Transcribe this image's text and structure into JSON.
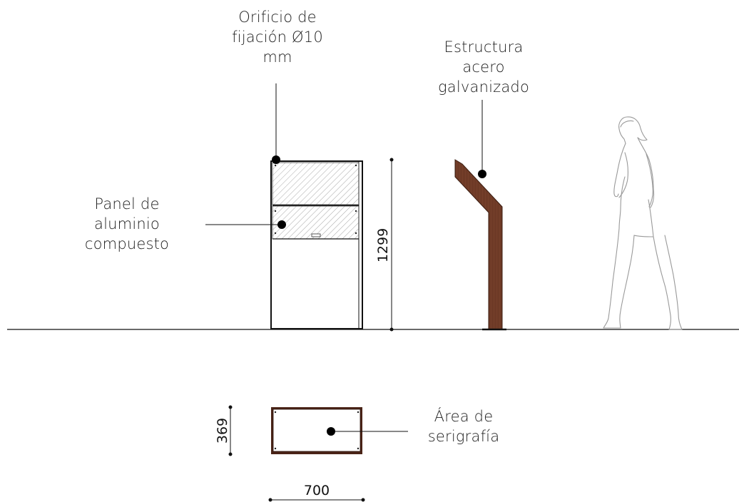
{
  "labels": {
    "orificio": {
      "line1": "Orificio de",
      "line2": "fijación Ø10",
      "line3": "mm"
    },
    "estructura": {
      "line1": "Estructura",
      "line2": "acero",
      "line3": "galvanizado"
    },
    "panel": {
      "line1": "Panel de",
      "line2": "aluminio",
      "line3": "compuesto"
    },
    "area": {
      "line1": "Área de",
      "line2": "serigrafía"
    }
  },
  "dimensions": {
    "height": "1299",
    "depth": "369",
    "width": "700"
  },
  "colors": {
    "steel": "#6e3a26",
    "steel_dark": "#4a2417",
    "line": "#111111",
    "hatch": "#9a9a9a"
  }
}
